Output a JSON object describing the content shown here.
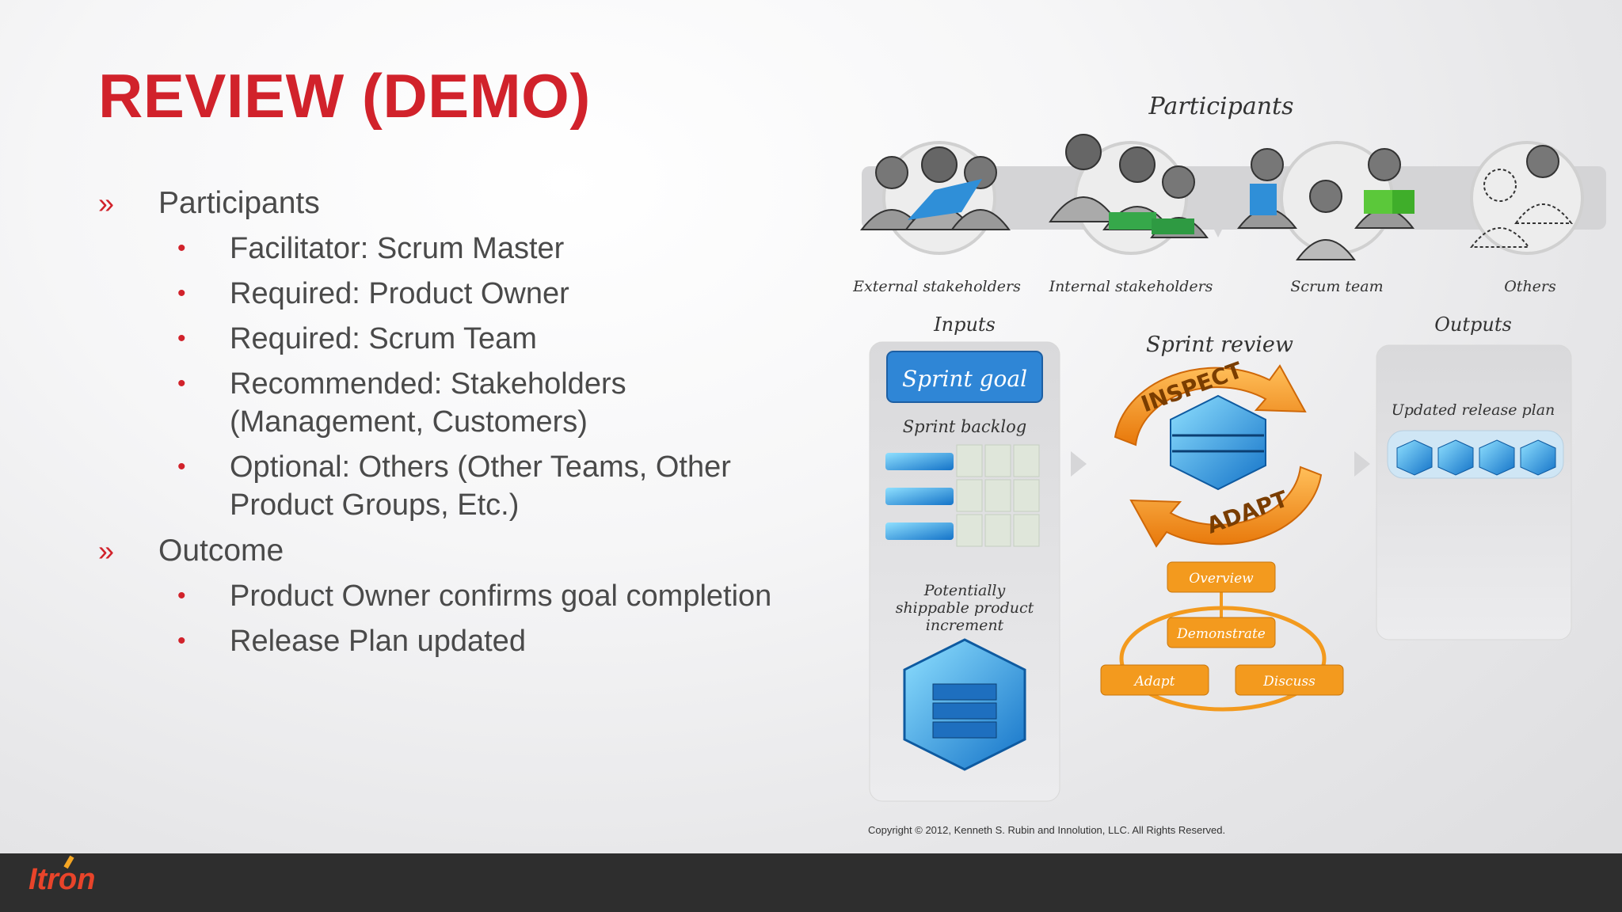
{
  "slide": {
    "title": "REVIEW (DEMO)",
    "bullets": [
      {
        "marker": "»",
        "text": "Participants",
        "items": [
          {
            "marker": "•",
            "text": "Facilitator: Scrum Master"
          },
          {
            "marker": "•",
            "text": "Required: Product Owner"
          },
          {
            "marker": "•",
            "text": "Required: Scrum Team"
          },
          {
            "marker": "•",
            "text": "Recommended: Stakeholders (Management, Customers)"
          },
          {
            "marker": "•",
            "text": "Optional: Others (Other Teams, Other Product Groups, Etc.)"
          }
        ]
      },
      {
        "marker": "»",
        "text": "Outcome",
        "items": [
          {
            "marker": "•",
            "text": "Product Owner confirms goal completion"
          },
          {
            "marker": "•",
            "text": "Release Plan updated"
          }
        ]
      }
    ]
  },
  "diagram": {
    "participants_heading": "Participants",
    "groups": [
      "External stakeholders",
      "Internal stakeholders",
      "Scrum team",
      "Others"
    ],
    "inputs_heading": "Inputs",
    "sprint_goal": "Sprint goal",
    "sprint_backlog": "Sprint backlog",
    "increment_line1": "Potentially",
    "increment_line2": "shippable product",
    "increment_line3": "increment",
    "review_heading": "Sprint review",
    "inspect": "INSPECT",
    "adapt": "ADAPT",
    "steps": [
      "Overview",
      "Demonstrate",
      "Adapt",
      "Discuss"
    ],
    "outputs_heading": "Outputs",
    "release_plan": "Updated release plan",
    "copyright": "Copyright © 2012, Kenneth S. Rubin and Innolution, LLC. All Rights Reserved."
  },
  "footer": {
    "logo": "Itron"
  },
  "colors": {
    "accent": "#d1222b",
    "orange": "#f39a1e",
    "blue": "#2f8fd8",
    "footer": "#2e2e2e"
  }
}
